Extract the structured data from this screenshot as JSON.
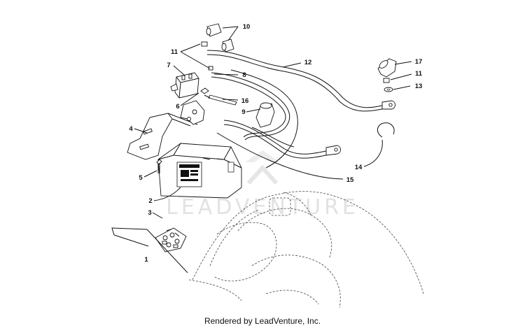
{
  "diagram": {
    "callouts": [
      "1",
      "2",
      "3",
      "4",
      "5",
      "6",
      "7",
      "8",
      "9",
      "10",
      "11",
      "11",
      "12",
      "13",
      "14",
      "15",
      "16",
      "17"
    ],
    "watermark": "LEADVENTURE",
    "footer": "Rendered by LeadVenture, Inc."
  }
}
